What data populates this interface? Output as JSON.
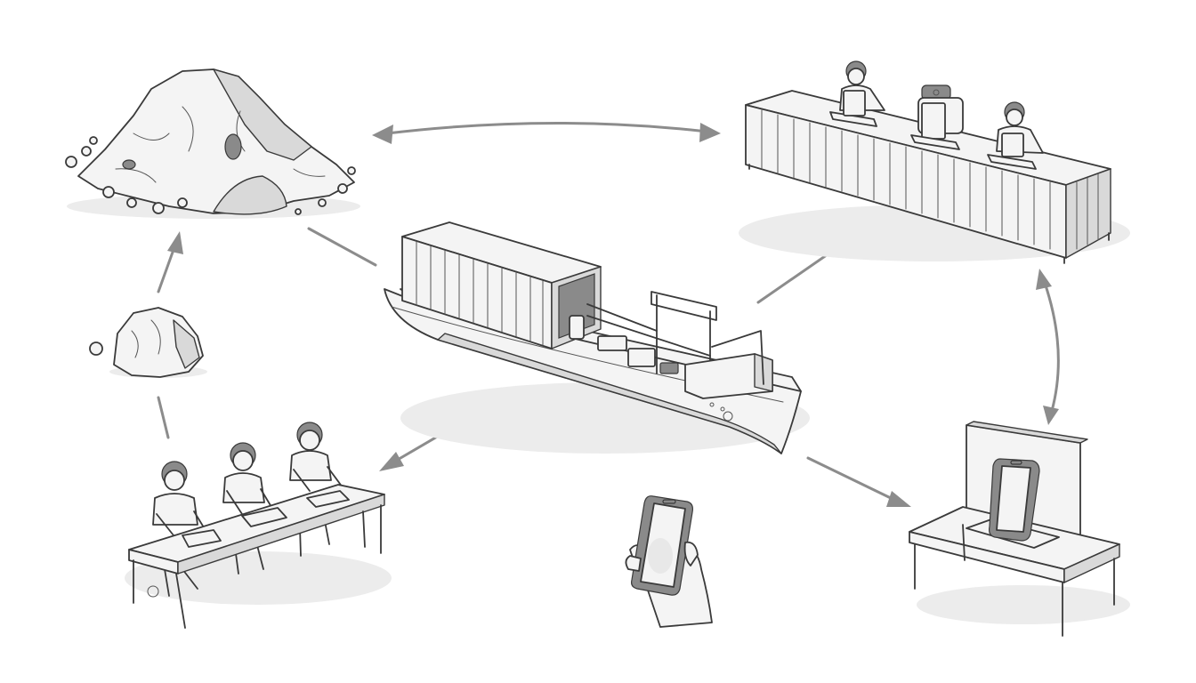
{
  "colors": {
    "ink": "#3a3a3a",
    "arrow": "#8c8c8c",
    "paper": "#f4f4f4",
    "shade": "#d9d9d9",
    "background": "#ffffff"
  },
  "nodes": [
    {
      "id": "raw-ore-pile",
      "icon": "rock-pile-icon"
    },
    {
      "id": "single-ore-stone",
      "icon": "ore-stone-icon"
    },
    {
      "id": "assembly-workers",
      "icon": "workers-at-desk-icon"
    },
    {
      "id": "container-ship",
      "icon": "cargo-ship-icon"
    },
    {
      "id": "container-workstation",
      "icon": "container-factory-icon"
    },
    {
      "id": "phone-display-stand",
      "icon": "retail-display-icon"
    },
    {
      "id": "hand-holding-phone",
      "icon": "smartphone-in-hand-icon"
    }
  ],
  "connections": [
    {
      "from": "raw-ore-pile",
      "to": "container-workstation",
      "direction": "both"
    },
    {
      "from": "raw-ore-pile",
      "to": "container-ship",
      "direction": "none"
    },
    {
      "from": "single-ore-stone",
      "to": "raw-ore-pile",
      "direction": "forward"
    },
    {
      "from": "assembly-workers",
      "to": "single-ore-stone",
      "direction": "none"
    },
    {
      "from": "container-ship",
      "to": "assembly-workers",
      "direction": "forward"
    },
    {
      "from": "container-ship",
      "to": "container-workstation",
      "direction": "forward"
    },
    {
      "from": "container-ship",
      "to": "phone-display-stand",
      "direction": "forward"
    },
    {
      "from": "container-workstation",
      "to": "phone-display-stand",
      "direction": "both"
    }
  ]
}
